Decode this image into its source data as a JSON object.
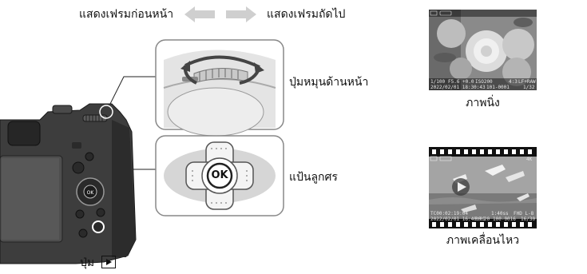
{
  "nav": {
    "prev_label": "แสดงเฟรมก่อนหน้า",
    "next_label": "แสดงเฟรมถัดไป",
    "prev_icon": "arrow-left-icon",
    "next_icon": "arrow-right-icon",
    "arrow_color": "#cfcfcf"
  },
  "labels": {
    "front_dial": "ปุ่มหมุนด้านหน้า",
    "arrow_pad": "แป้นลูกศร",
    "play_button": "ปุ่ม",
    "play_icon": "playback-icon",
    "ok_text": "OK"
  },
  "still": {
    "caption": "ภาพนิ่ง",
    "osd": {
      "shutter": "1/100",
      "aperture": "F5.6",
      "ev": "+0.0",
      "iso": "ISO200",
      "aspect": "4:3",
      "quality": "LF+RAW",
      "datetime": "2022/02/01  18:30:43",
      "file": "101-0001",
      "frame": "1/32"
    }
  },
  "movie": {
    "caption": "ภาพเคลื่อนไหว",
    "osd": {
      "format": "4K",
      "duration": "1:40ss",
      "timecode": "TC00:02:19:04",
      "datetime": "2022/02/01  16:40:01",
      "elapsed": "00:20",
      "file": "100-0016",
      "frame": "16/30",
      "quality": "FHD L-8"
    }
  }
}
